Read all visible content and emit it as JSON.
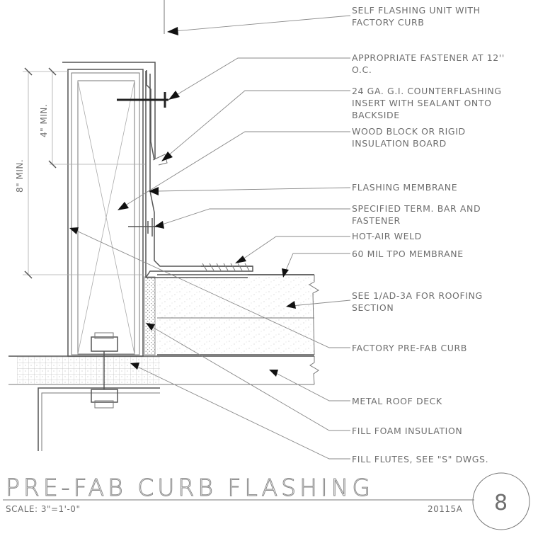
{
  "detail": {
    "title": "PRE-FAB CURB FLASHING",
    "scale": "SCALE: 3\"=1'-0\"",
    "number": "20115A",
    "detail_id": "8"
  },
  "dimensions": {
    "overall": "8\" MIN.",
    "upper": "4\" MIN."
  },
  "callouts": [
    {
      "line1": "SELF FLASHING UNIT WITH",
      "line2": "FACTORY CURB",
      "line3": ""
    },
    {
      "line1": "APPROPRIATE FASTENER AT 12''",
      "line2": "O.C.",
      "line3": ""
    },
    {
      "line1": "24 GA. G.I. COUNTERFLASHING",
      "line2": "INSERT WITH SEALANT ONTO",
      "line3": "BACKSIDE"
    },
    {
      "line1": "WOOD BLOCK OR RIGID",
      "line2": "INSULATION BOARD",
      "line3": ""
    },
    {
      "line1": "FLASHING MEMBRANE",
      "line2": "",
      "line3": ""
    },
    {
      "line1": "SPECIFIED TERM. BAR AND",
      "line2": "FASTENER",
      "line3": ""
    },
    {
      "line1": "HOT-AIR WELD",
      "line2": "",
      "line3": ""
    },
    {
      "line1": "60 MIL TPO MEMBRANE",
      "line2": "",
      "line3": ""
    },
    {
      "line1": "SEE 1/AD-3A FOR ROOFING",
      "line2": "SECTION",
      "line3": ""
    },
    {
      "line1": "FACTORY PRE-FAB CURB",
      "line2": "",
      "line3": ""
    },
    {
      "line1": "METAL ROOF DECK",
      "line2": "",
      "line3": ""
    },
    {
      "line1": "FILL FOAM INSULATION",
      "line2": "",
      "line3": ""
    },
    {
      "line1": "FILL FLUTES, SEE \"S\" DWGS.",
      "line2": "",
      "line3": ""
    }
  ]
}
